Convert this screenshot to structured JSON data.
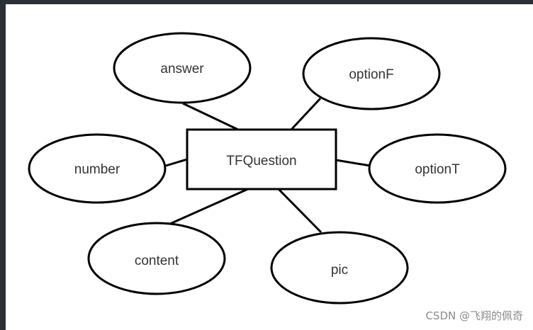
{
  "diagram": {
    "entity": "TFQuestion",
    "attributes": [
      "answer",
      "optionF",
      "number",
      "optionT",
      "content",
      "pic"
    ]
  },
  "watermark": "CSDN @飞翔的佩奇",
  "colors": {
    "stroke": "#000000",
    "background": "#ffffff",
    "text": "#333333"
  }
}
